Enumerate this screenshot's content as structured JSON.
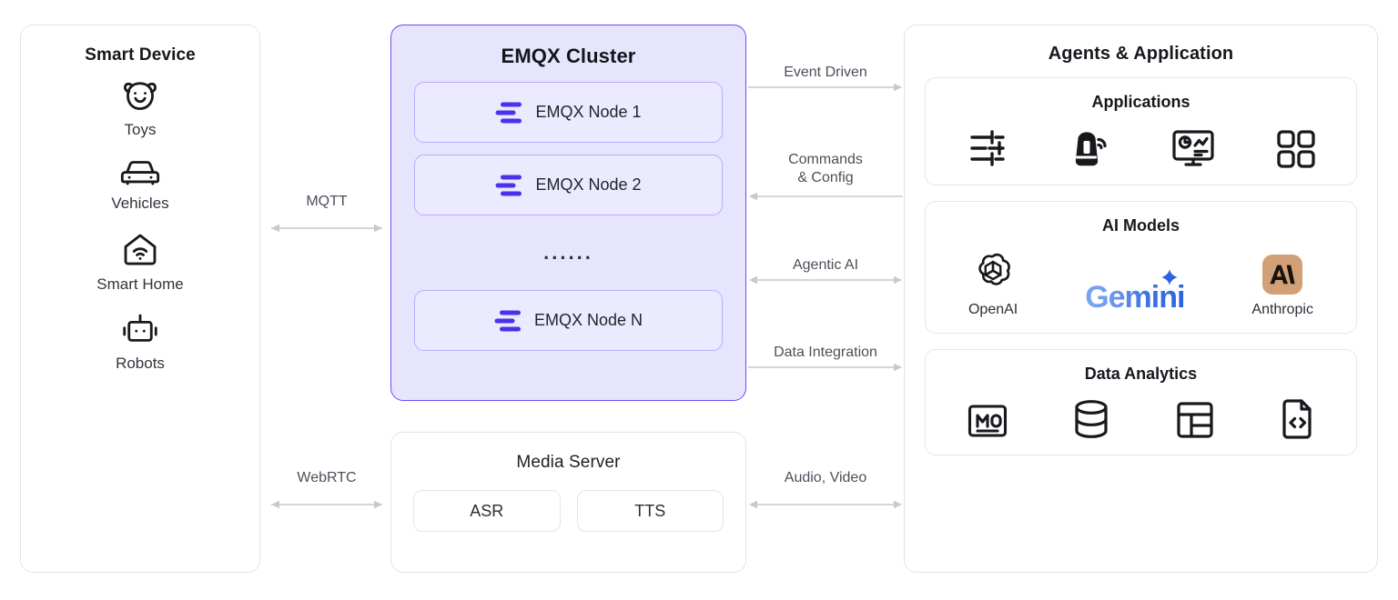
{
  "smart_device": {
    "title": "Smart Device",
    "items": [
      {
        "label": "Toys",
        "icon": "bear-toy-icon"
      },
      {
        "label": "Vehicles",
        "icon": "car-icon"
      },
      {
        "label": "Smart Home",
        "icon": "smart-home-icon"
      },
      {
        "label": "Robots",
        "icon": "robot-icon"
      }
    ]
  },
  "emqx_cluster": {
    "title": "EMQX Cluster",
    "accent": "#6B4CF6",
    "background": "#e7e5fd",
    "nodes": [
      {
        "label": "EMQX Node 1",
        "icon": "emqx-node-icon"
      },
      {
        "label": "EMQX Node 2",
        "icon": "emqx-node-icon"
      }
    ],
    "ellipsis": "......",
    "last_node": {
      "label": "EMQX Node N",
      "icon": "emqx-node-icon"
    }
  },
  "media_server": {
    "title": "Media Server",
    "services": [
      {
        "label": "ASR"
      },
      {
        "label": "TTS"
      }
    ]
  },
  "agents": {
    "title": "Agents & Application",
    "groups": [
      {
        "title": "Applications",
        "icons": [
          {
            "name": "sliders-settings-icon",
            "caption": ""
          },
          {
            "name": "smart-speaker-wifi-icon",
            "caption": ""
          },
          {
            "name": "dashboard-monitor-icon",
            "caption": ""
          },
          {
            "name": "grid-apps-icon",
            "caption": ""
          }
        ]
      },
      {
        "title": "AI Models",
        "icons": [
          {
            "name": "openai-logo-icon",
            "caption": "OpenAI"
          },
          {
            "name": "gemini-wordmark-icon",
            "caption": "Gemini"
          },
          {
            "name": "anthropic-logo-icon",
            "caption": "Anthropic"
          }
        ]
      },
      {
        "title": "Data Analytics",
        "icons": [
          {
            "name": "message-queue-icon",
            "caption": ""
          },
          {
            "name": "database-icon",
            "caption": ""
          },
          {
            "name": "table-grid-icon",
            "caption": ""
          },
          {
            "name": "code-file-icon",
            "caption": ""
          }
        ]
      }
    ]
  },
  "connectors": [
    {
      "label": "MQTT",
      "direction": "both"
    },
    {
      "label": "WebRTC",
      "direction": "both"
    },
    {
      "label": "Event Driven",
      "direction": "right"
    },
    {
      "label": "Commands\n& Config",
      "direction": "left"
    },
    {
      "label": "Agentic AI",
      "direction": "both"
    },
    {
      "label": "Data Integration",
      "direction": "right"
    },
    {
      "label": "Audio, Video",
      "direction": "both"
    }
  ],
  "colors": {
    "accent_purple": "#6B4CF6",
    "cluster_bg": "#e7e5fd",
    "anthropic_tan": "#d2a077",
    "gemini_blue": "#3f73e3",
    "line_gray": "#c7c9ce",
    "text_dark": "#16181d"
  }
}
